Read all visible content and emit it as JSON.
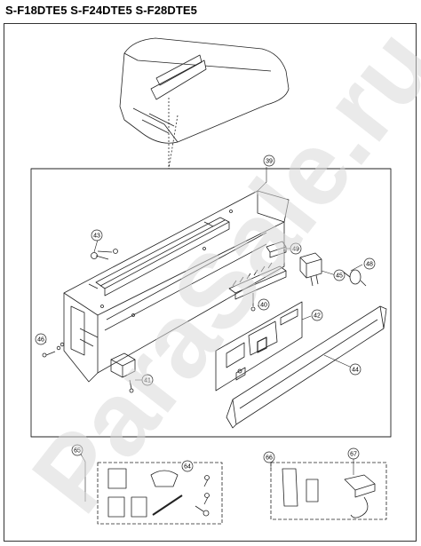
{
  "header": {
    "title": "S-F18DTE5 S-F24DTE5 S-F28DTE5"
  },
  "watermark": {
    "text": "ParaSale.ru"
  },
  "callouts": [
    {
      "id": "39",
      "label": "39"
    },
    {
      "id": "43",
      "label": "43"
    },
    {
      "id": "49",
      "label": "49"
    },
    {
      "id": "48",
      "label": "48"
    },
    {
      "id": "45",
      "label": "45"
    },
    {
      "id": "40",
      "label": "40"
    },
    {
      "id": "42",
      "label": "42"
    },
    {
      "id": "46",
      "label": "46"
    },
    {
      "id": "44",
      "label": "44"
    },
    {
      "id": "41",
      "label": "41"
    },
    {
      "id": "65",
      "label": "65"
    },
    {
      "id": "64",
      "label": "64"
    },
    {
      "id": "66",
      "label": "66"
    },
    {
      "id": "67",
      "label": "67"
    }
  ],
  "colors": {
    "line": "#222222",
    "watermark": "#d8d8d8",
    "background": "#ffffff"
  }
}
